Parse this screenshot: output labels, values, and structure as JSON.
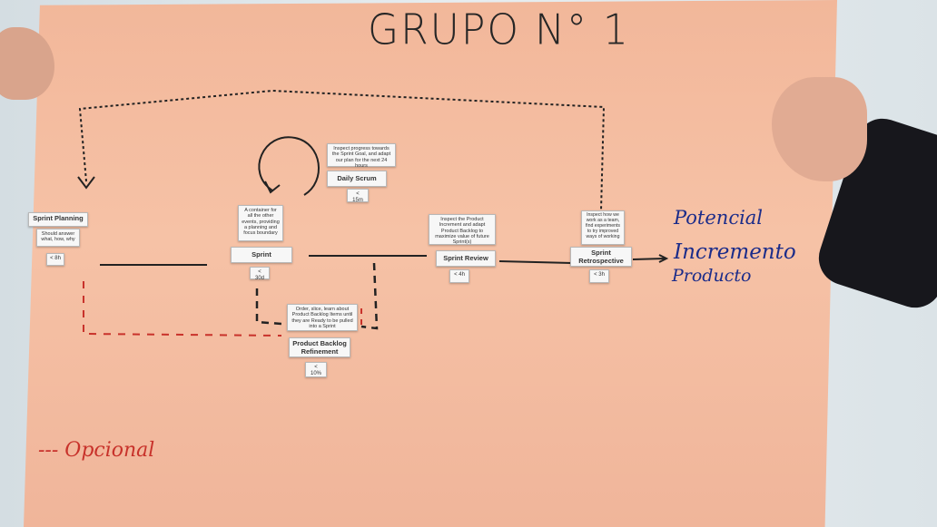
{
  "title": "GRUPO N° 1",
  "events": {
    "sprint_planning": {
      "name": "Sprint Planning",
      "desc": "Should answer what, how, why",
      "time": "< 8h"
    },
    "sprint": {
      "name": "Sprint",
      "desc": "A container for all the other events, providing a planning and focus boundary",
      "time": "< 30d"
    },
    "daily_scrum": {
      "name": "Daily Scrum",
      "desc": "Inspect progress towards the Sprint Goal, and adapt our plan for the next 24 hours",
      "time": "< 15m"
    },
    "sprint_review": {
      "name": "Sprint Review",
      "desc": "Inspect the Product Increment and adapt Product Backlog to maximize value of future Sprint(s)",
      "time": "< 4h"
    },
    "sprint_retro": {
      "name": "Sprint Retrospective",
      "desc": "Inspect how we work as a team, find experiments to try improved ways of working",
      "time": "< 3h"
    },
    "refinement": {
      "name": "Product Backlog Refinement",
      "desc": "Order, slice, learn about Product Backlog Items until they are Ready to be pulled into a Sprint",
      "time": "< 10%"
    }
  },
  "outcome": {
    "line1": "Potencial",
    "line2": "Incremento",
    "line3": "Producto"
  },
  "legend": "--- Opcional",
  "colors": {
    "paper": "#f4bd9f",
    "marker_blue": "#1b2c8a",
    "marker_red": "#c8322b",
    "marker_black": "#222222"
  }
}
